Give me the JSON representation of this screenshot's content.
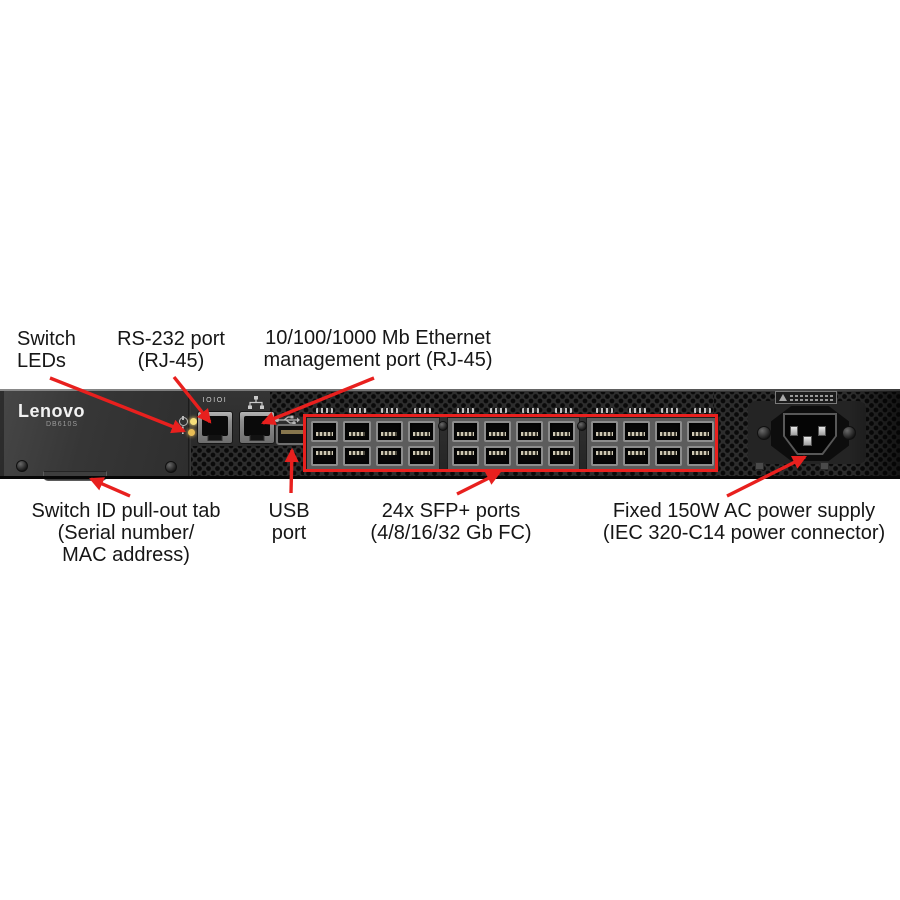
{
  "device": {
    "brand_logo": "Lenovo",
    "model": "DB610S",
    "serial_port_marking": "IOIOI"
  },
  "callouts": {
    "switch_leds": [
      "Switch",
      "LEDs"
    ],
    "rs232_port": [
      "RS-232 port",
      "(RJ-45)"
    ],
    "mgmt_ethernet": [
      "10/100/1000 Mb Ethernet",
      "management port (RJ-45)"
    ],
    "switch_id_tab": [
      "Switch ID pull-out tab",
      "(Serial number/",
      "MAC address)"
    ],
    "usb_port": [
      "USB",
      "port"
    ],
    "sfp_ports": [
      "24x SFP+ ports",
      "(4/8/16/32 Gb FC)"
    ],
    "power_supply": [
      "Fixed 150W AC power supply",
      "(IEC 320-C14 power connector)"
    ]
  },
  "colors": {
    "annotation_red": "#e8201e",
    "led_amber_1": "#f6df7a",
    "led_amber_2": "#e9bd55",
    "chassis_dark": "#2c2c2c",
    "label_text": "#161616"
  },
  "sfp_layout": {
    "groups": 3,
    "columns_per_group": 4,
    "rows_per_group": 2,
    "total_ports": 24
  }
}
